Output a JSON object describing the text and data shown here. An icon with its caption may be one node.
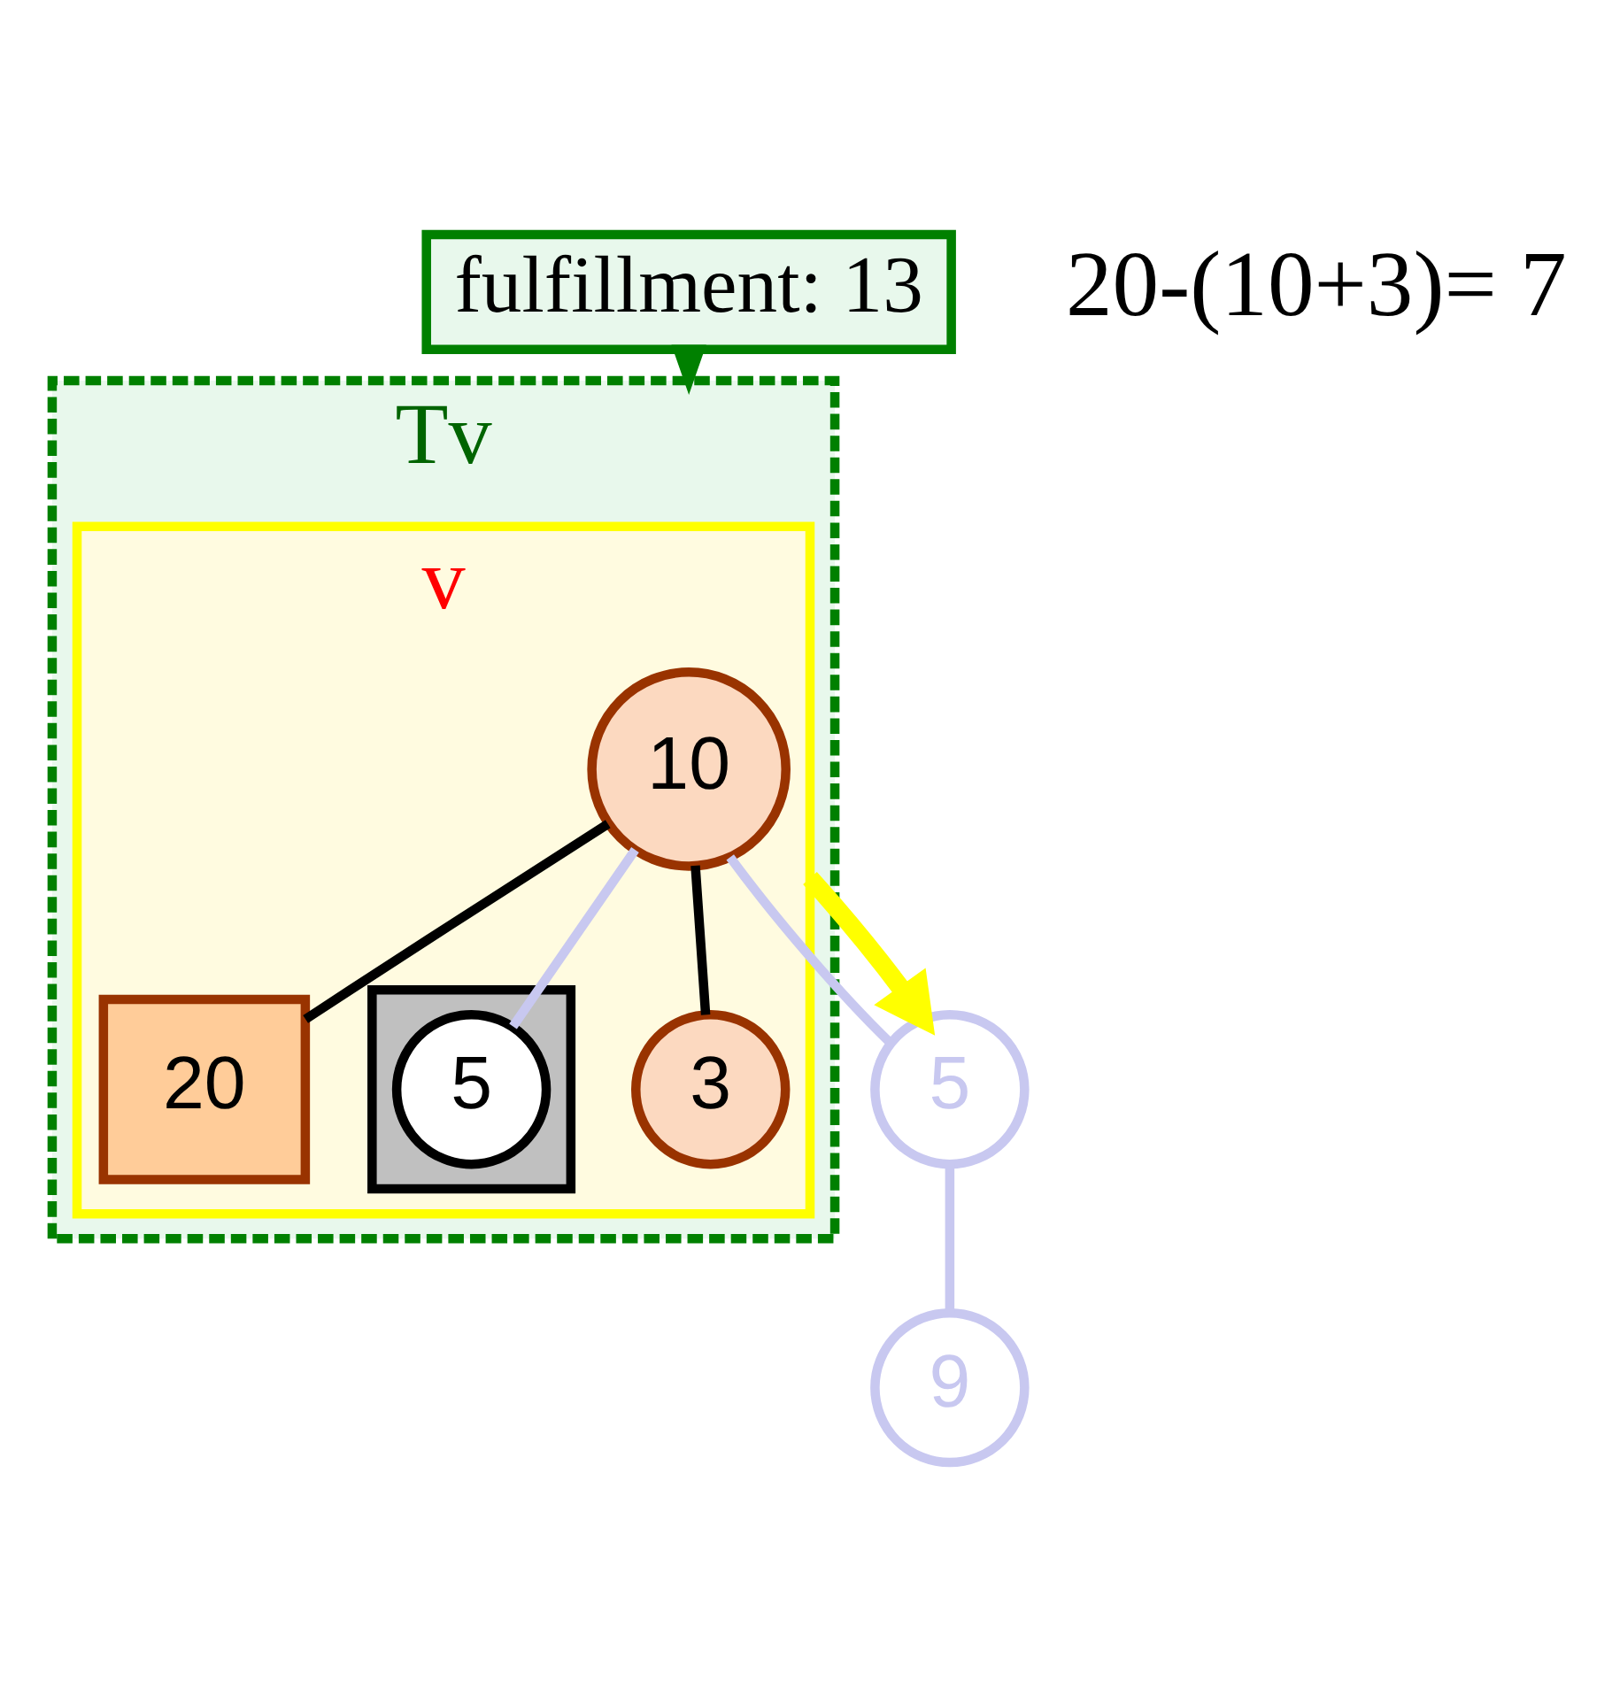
{
  "diagram": {
    "nodes": [
      {
        "text": [
          "Tv"
        ]
      },
      {
        "text": [
          "v"
        ],
        "in": 0
      },
      {
        "text": [
          "10"
        ],
        "in": 1
      },
      {
        "text": [
          "20"
        ],
        "in": 1
      },
      {
        "text": [],
        "shape": "box",
        "in": 1
      },
      {
        "text": [
          "5"
        ],
        "in": 4
      },
      {
        "text": [
          "3"
        ],
        "in": 1
      },
      {
        "text": [
          "5"
        ]
      },
      {
        "text": [
          "9"
        ]
      },
      {
        "text": [
          "fulfillment: 13"
        ]
      }
    ],
    "edges": [
      {
        "from": 2,
        "to": 3,
        "arrow": "none",
        "color": "#000000"
      },
      {
        "from": 2,
        "to": 5,
        "arrow": "none"
      },
      {
        "from": 2,
        "to": 6,
        "arrow": "none",
        "color": "#000000"
      },
      {
        "from": 2,
        "to": 7,
        "arrow": "none"
      },
      {
        "from": 7,
        "to": 8,
        "arrow": "none"
      },
      {
        "from": 1,
        "to": 7,
        "arrow": "to",
        "style": "thick",
        "color": "#ffff00"
      },
      {
        "from": 9,
        "to": 0,
        "arrow": "to",
        "color": "#008000"
      }
    ],
    "labels": [
      "20-(10+3)= 7"
    ]
  }
}
